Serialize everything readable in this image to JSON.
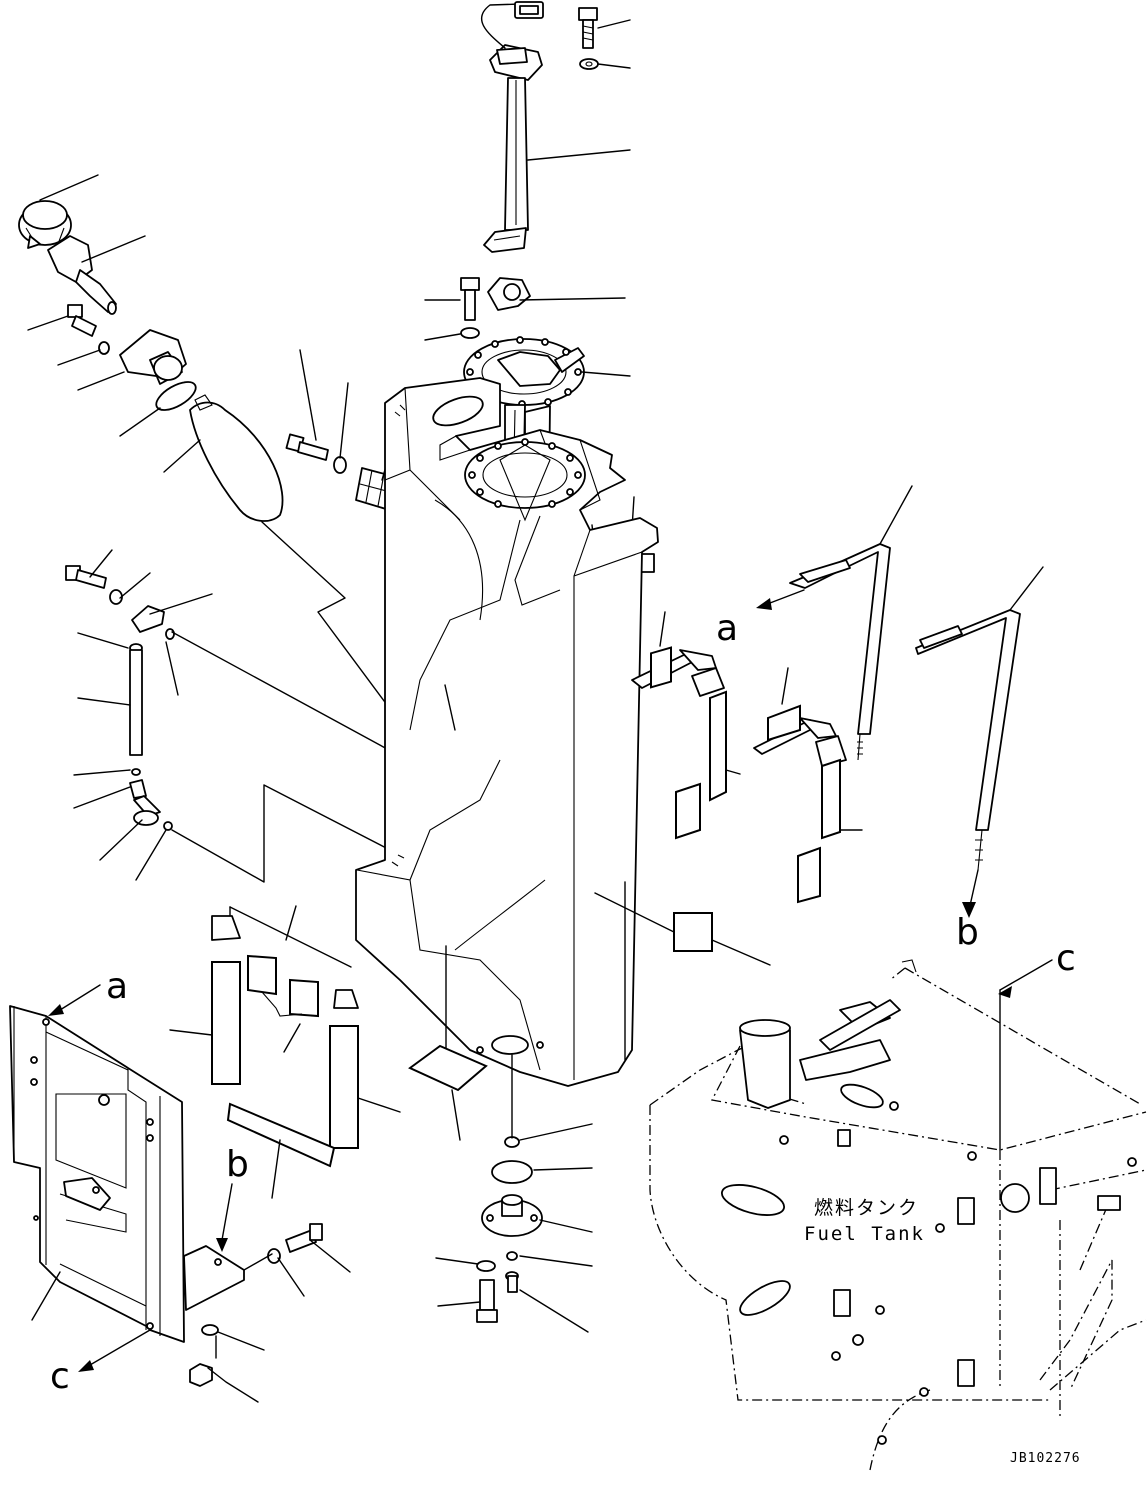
{
  "ref_letters": {
    "a_top": "a",
    "a_left": "a",
    "b_right": "b",
    "b_left": "b",
    "c_right": "c",
    "c_left": "c"
  },
  "tank_label": {
    "japanese": "燃料タンク",
    "english": "Fuel Tank"
  },
  "drawing_code": "JB102276"
}
